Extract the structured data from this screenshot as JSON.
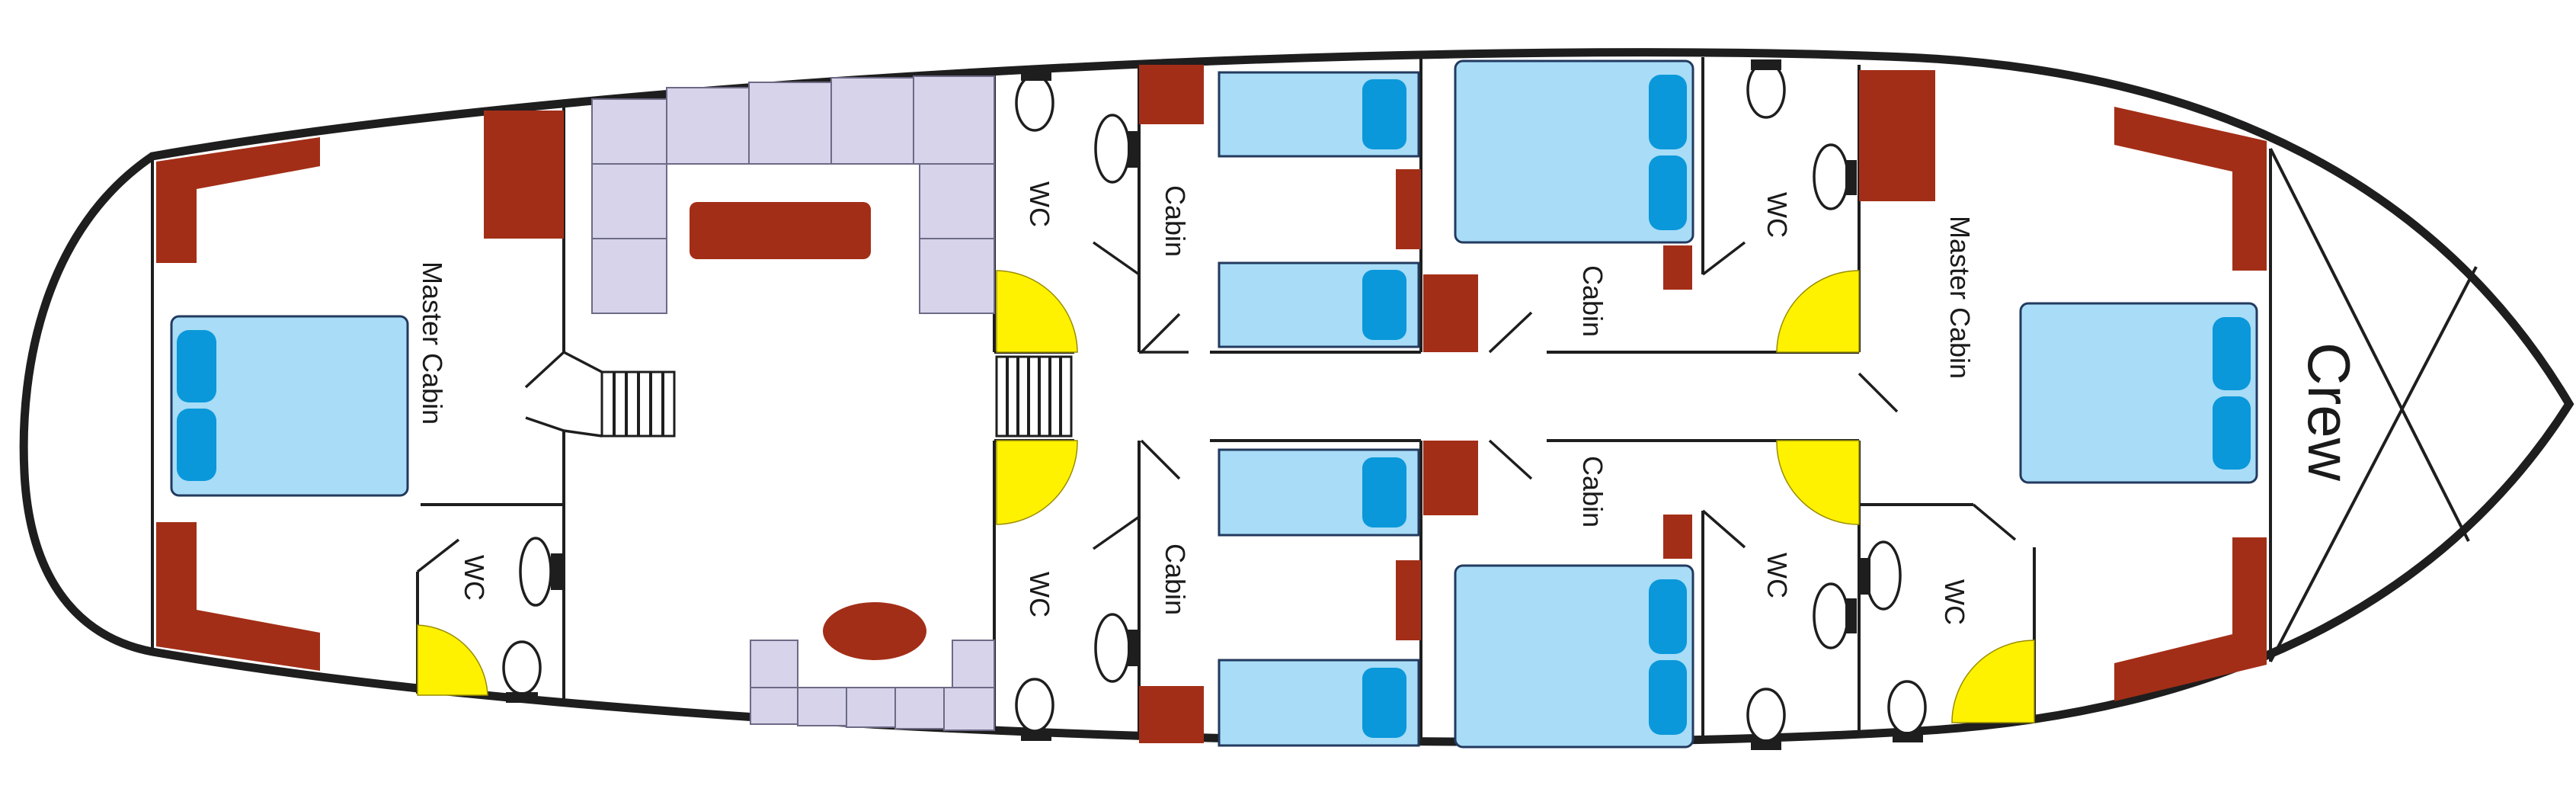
{
  "plan": {
    "hull_color": "#1e1e1e",
    "bed_color": "#a8dcf7",
    "pillow_color": "#0a98da",
    "furniture_color": "#a32e17",
    "seating_color": "#d6d3ea",
    "shower_color": "#fff200"
  },
  "labels": {
    "master_cabin_aft": "Master Cabin",
    "wc_aft": "WC",
    "wc_1_upper": "WC",
    "wc_1_lower": "WC",
    "cabin_1_upper": "Cabin",
    "cabin_1_lower": "Cabin",
    "cabin_2_upper": "Cabin",
    "cabin_2_lower": "Cabin",
    "wc_2_upper": "WC",
    "wc_2_lower": "WC",
    "master_cabin_fwd": "Master Cabin",
    "wc_fwd": "WC",
    "crew": "Crew"
  }
}
